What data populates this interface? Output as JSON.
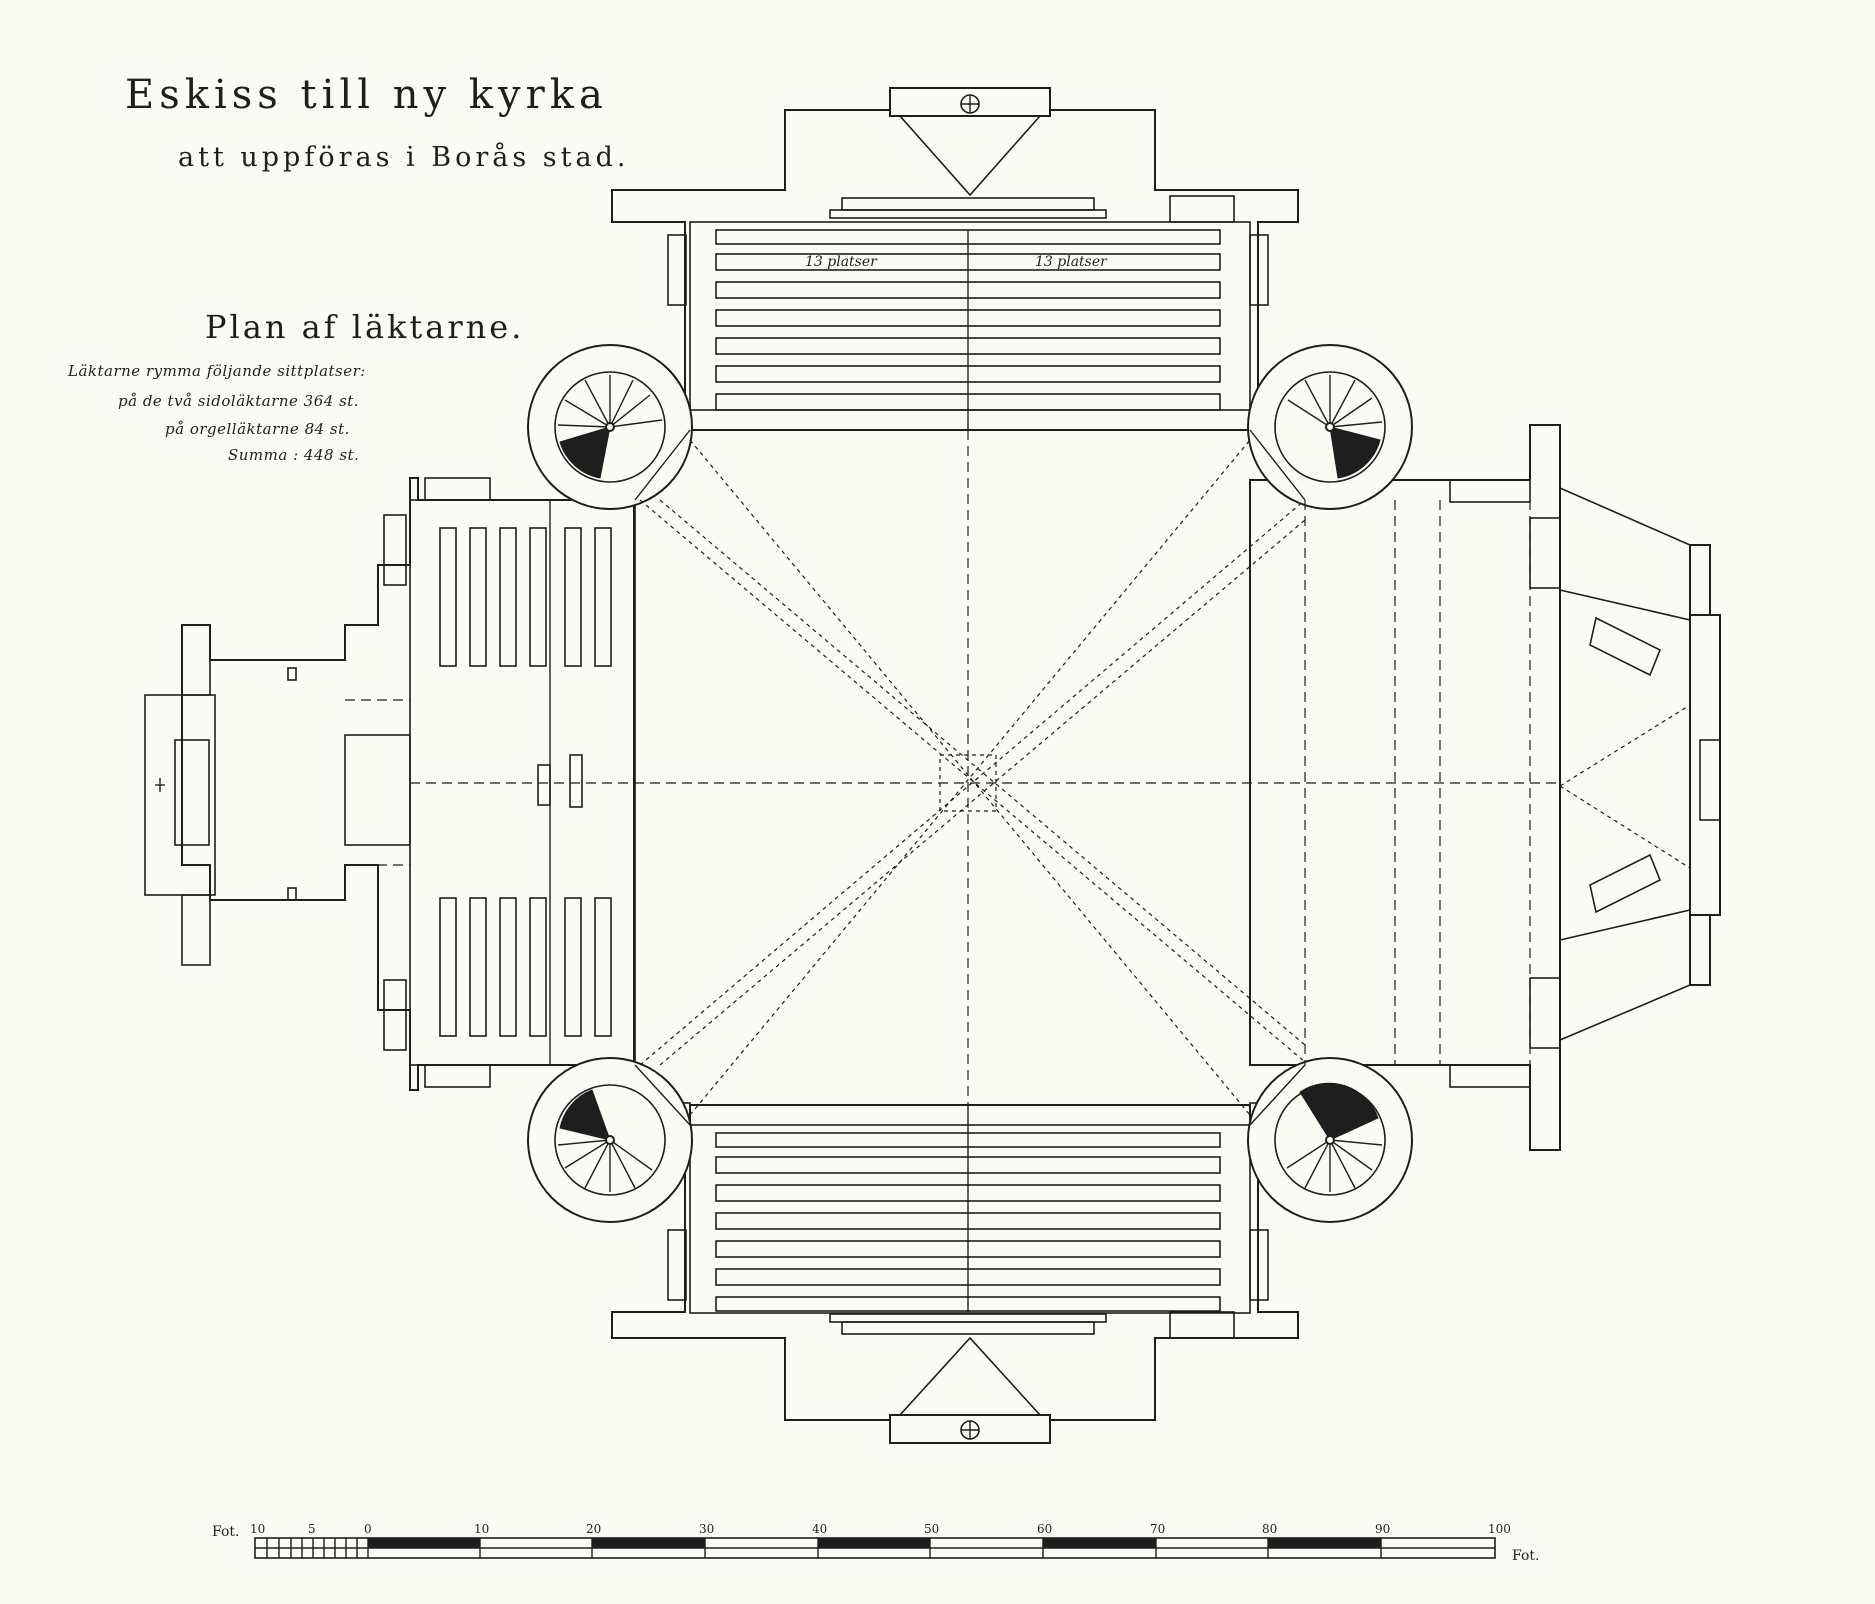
{
  "drawing": {
    "title_line1": "Eskiss till ny kyrka",
    "title_line2": "att uppföras i Borås stad.",
    "plan_title": "Plan af läktarne.",
    "notes": [
      "Läktarne rymma följande sittplatser:",
      "på de två sidoläktarne 364 st.",
      "på orgelläktarne 84 st.",
      "Summa : 448 st."
    ],
    "pew_label_left": "13 platser",
    "pew_label_right": "13 platser"
  },
  "scale_bar": {
    "unit_left": "Fot.",
    "unit_right": "Fot.",
    "ticks": [
      "10",
      "5",
      "0",
      "10",
      "20",
      "30",
      "40",
      "50",
      "60",
      "70",
      "80",
      "90",
      "100"
    ]
  }
}
